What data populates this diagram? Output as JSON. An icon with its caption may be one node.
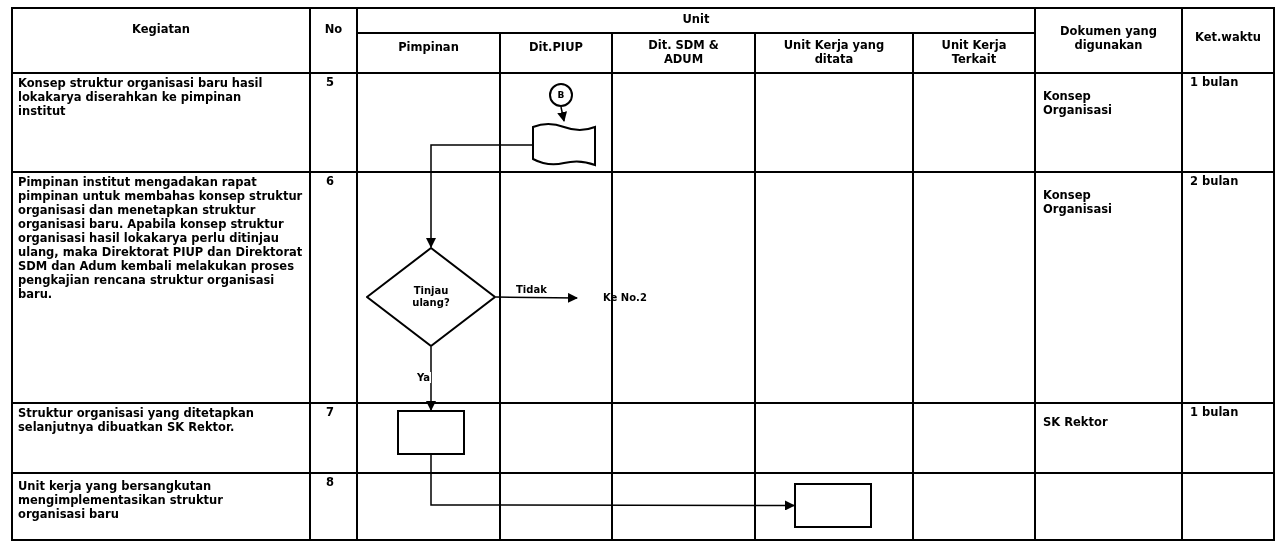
{
  "diagram": {
    "nodes": [
      {
        "text": [
          "B"
        ]
      },
      {
        "text": [],
        "shape": "document"
      },
      {
        "text": [
          "Tinjau ulang?"
        ]
      },
      {
        "text": [
          "Ke No.2"
        ]
      },
      {
        "text": [],
        "shape": "box"
      },
      {
        "text": [],
        "shape": "box"
      }
    ],
    "edges": [
      {
        "from": 0,
        "to": 1,
        "arrow": "to"
      },
      {
        "from": 1,
        "to": 2,
        "arrow": "to"
      },
      {
        "from": 2,
        "to": 3,
        "arrow": "to",
        "label": "Tidak"
      },
      {
        "from": 2,
        "to": 4,
        "arrow": "to",
        "label": "Ya"
      },
      {
        "from": 4,
        "to": 5,
        "arrow": "to"
      }
    ],
    "labels": [
      "Kegiatan",
      "No",
      "Unit",
      "Dokumen yang digunakan",
      "Ket.waktu",
      "Pimpinan",
      "Dit.PIUP",
      "Dit. SDM & ADUM",
      "Unit Kerja yang ditata",
      "Unit Kerja Terkait",
      "Konsep struktur organisasi baru hasil lokakarya diserahkan ke pimpinan institut",
      "5",
      "Konsep Organisasi",
      "1 bulan",
      "Pimpinan institut mengadakan rapat pimpinan untuk membahas konsep struktur organisasi dan menetapkan struktur organisasi baru. Apabila konsep struktur organisasi hasil lokakarya perlu ditinjau ulang, maka Direktorat PIUP dan Direktorat SDM dan Adum kembali melakukan proses pengkajian rencana struktur organisasi baru.",
      "6",
      "Konsep Organisasi",
      "2 bulan",
      "Struktur organisasi yang ditetapkan selanjutnya dibuatkan SK Rektor.",
      "7",
      "SK Rektor",
      "1 bulan",
      "Unit kerja yang bersangkutan mengimplementasikan struktur organisasi baru",
      "8"
    ]
  }
}
